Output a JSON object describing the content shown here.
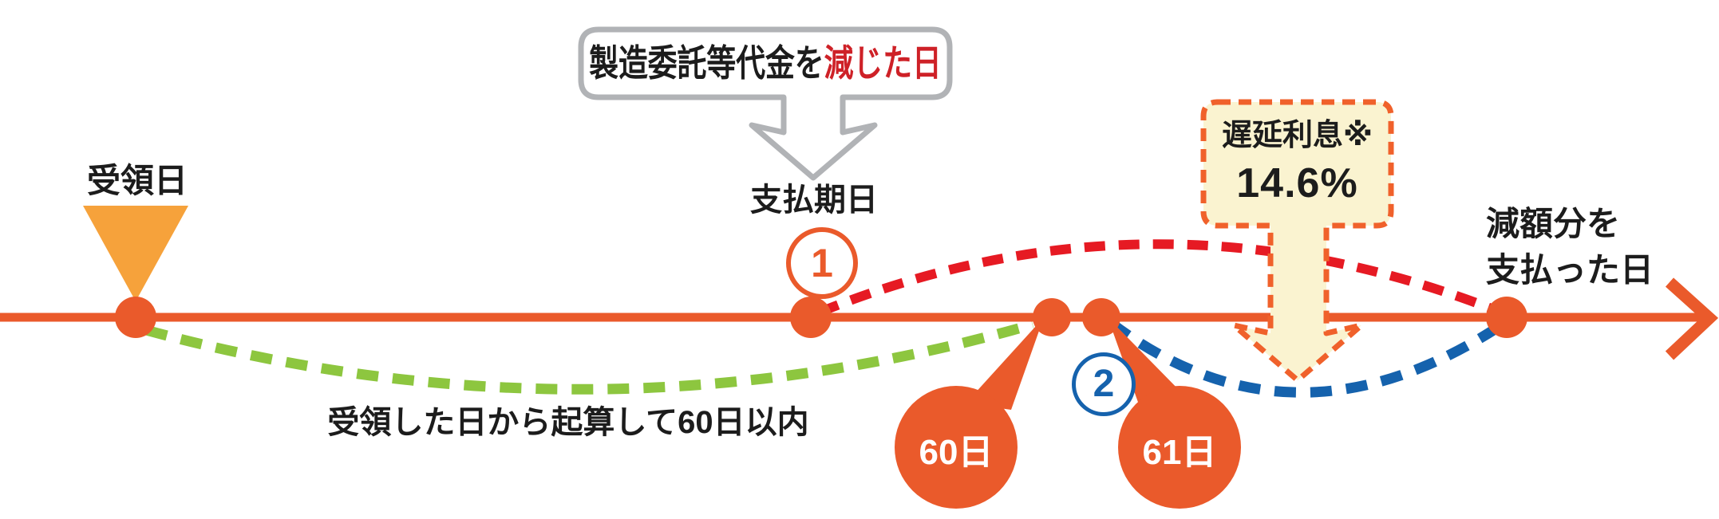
{
  "diagram_title_implied": "",
  "colors": {
    "timeline_orange": "#ea5a2b",
    "receipt_triangle_amber": "#f6a23b",
    "red_dashed_curve": "#e61a23",
    "green_dashed_curve": "#8dc63f",
    "blue_dashed_curve": "#1562ad",
    "interest_box_fill": "#faf3d0",
    "interest_box_border": "#f0612b",
    "callout_border_gray": "#b1b3b6",
    "callout_red_text": "#ce2127",
    "text_black": "#1c1c1c",
    "bubble_text_white": "#ffffff"
  },
  "callout": {
    "text_black": "製造委託等代金を",
    "text_red": "減じた日"
  },
  "timeline": {
    "receipt_label": "受領日",
    "payment_due_label": "支払期日",
    "marker_1": "1",
    "marker_2": "2",
    "within_60_label": "受領した日から起算して60日以内",
    "day_60": "60日",
    "day_61": "61日",
    "paid_label_line1": "減額分を",
    "paid_label_line2": "支払った日"
  },
  "interest": {
    "line1": "遅延利息※",
    "rate": "14.6%"
  }
}
